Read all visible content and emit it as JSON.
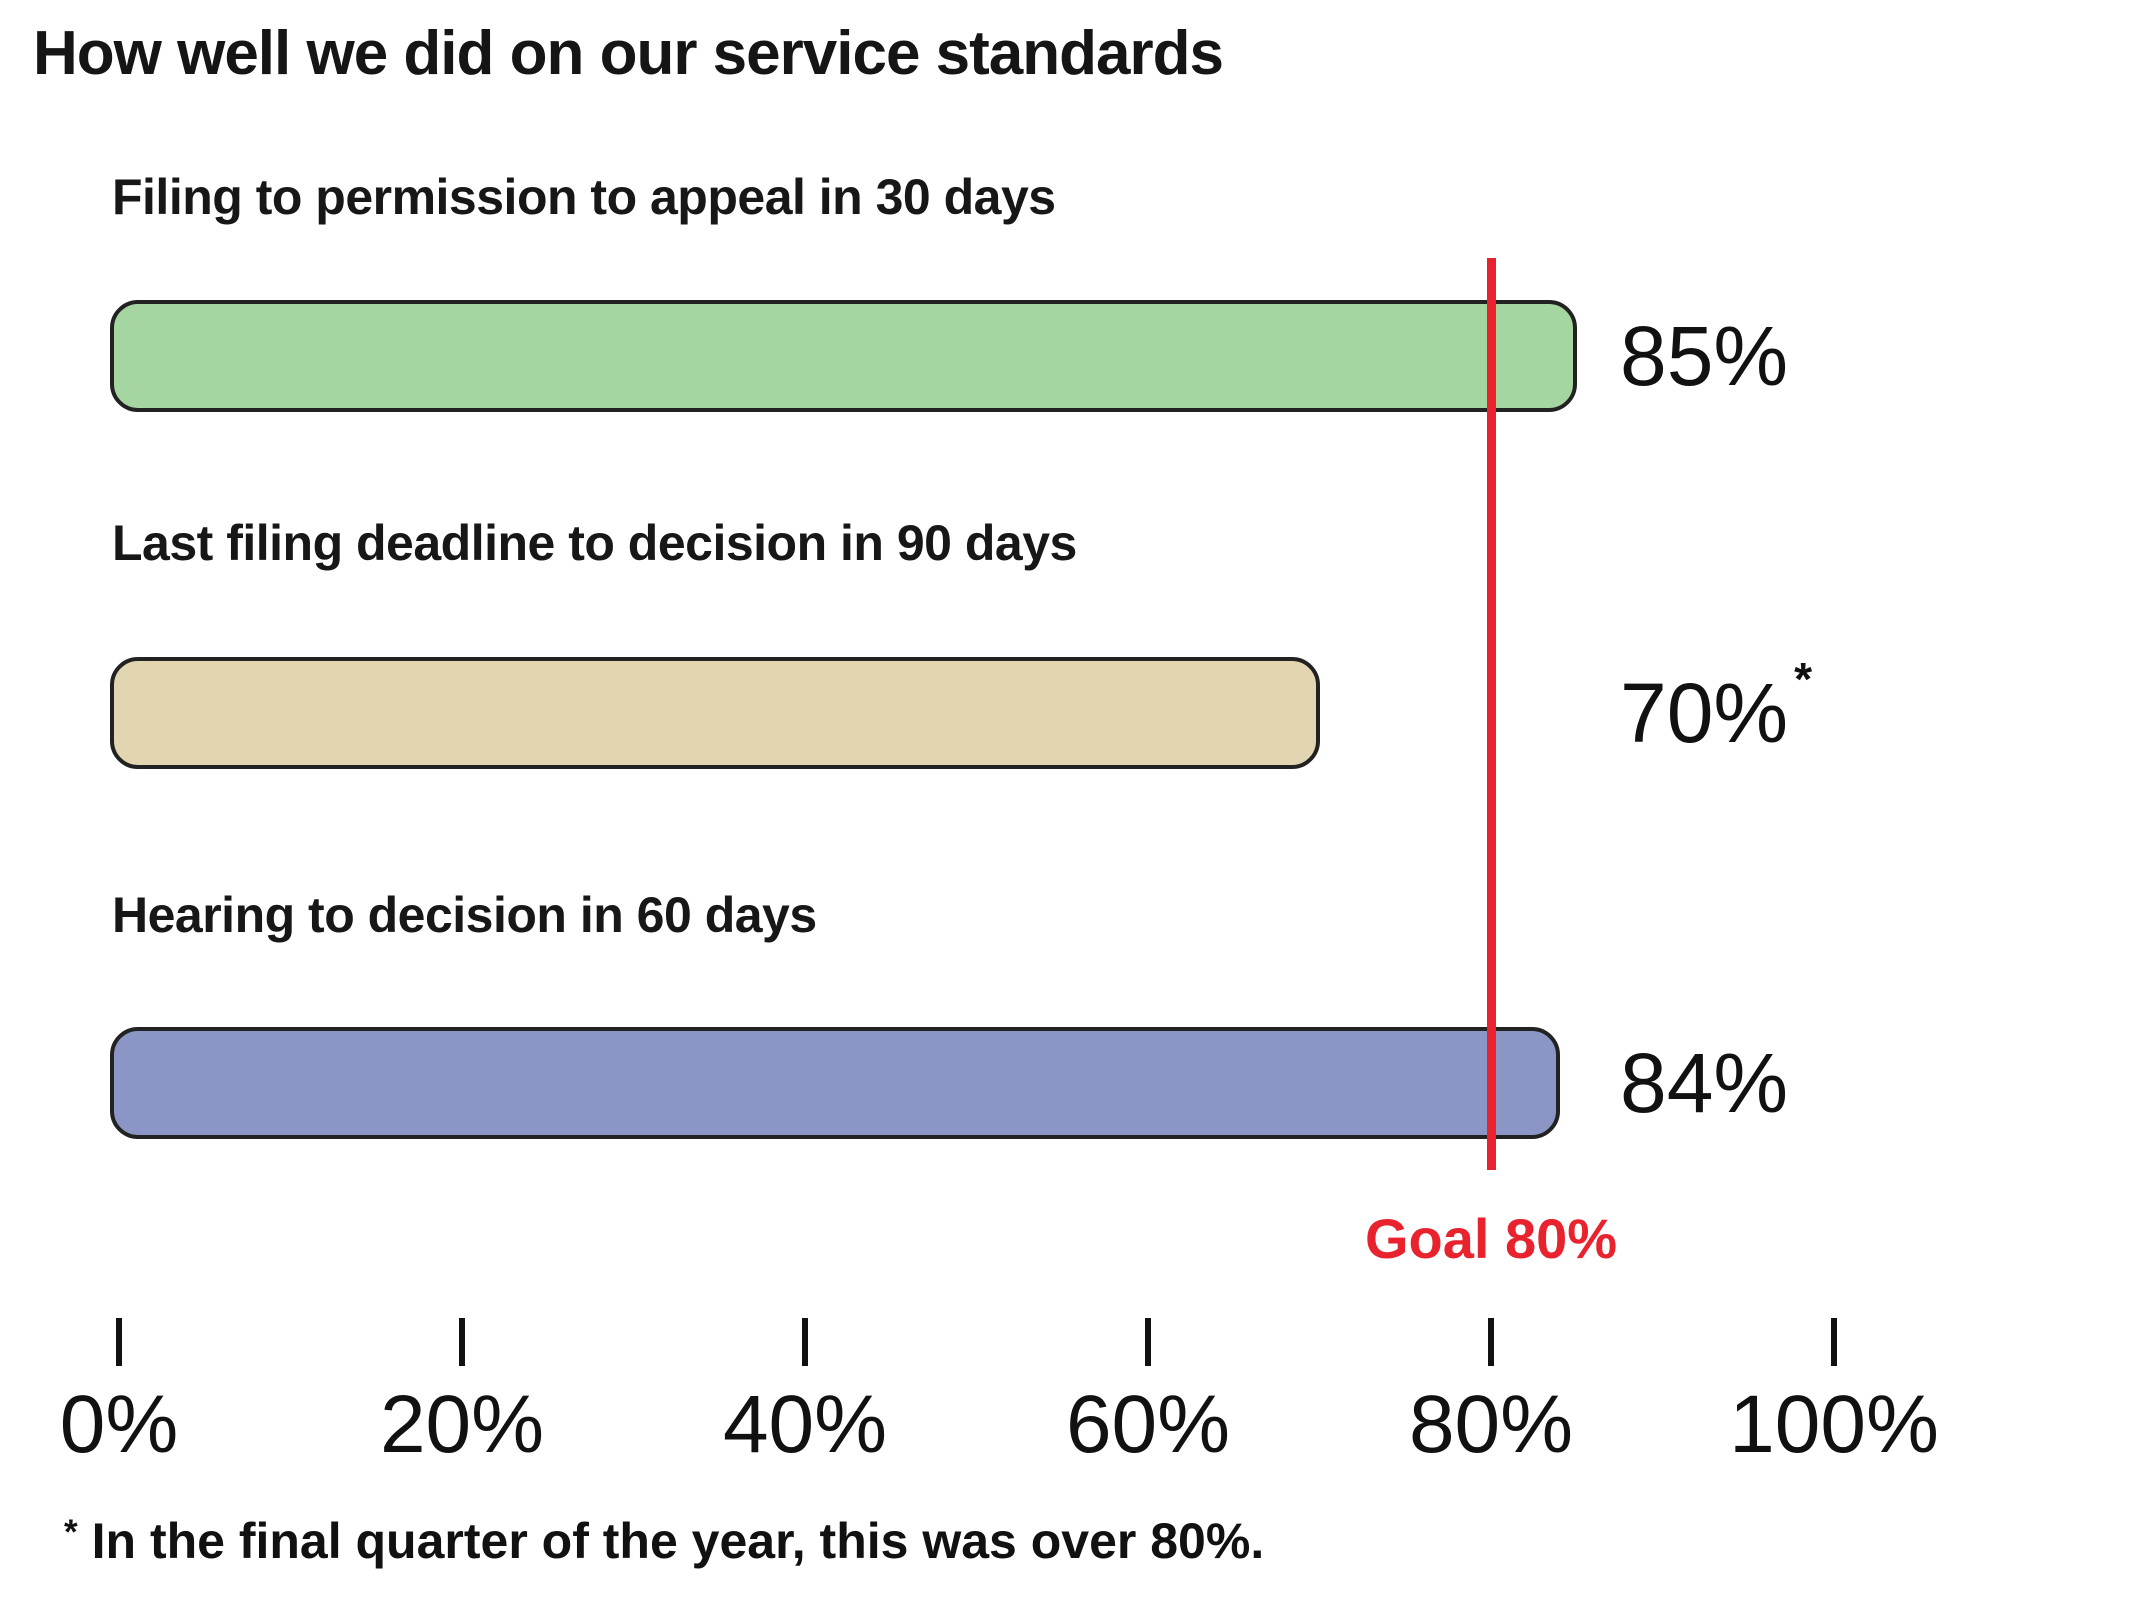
{
  "title": "How well we did on our service standards",
  "rows": [
    {
      "label": "Filing to permission to appeal in 30 days",
      "value": 85,
      "value_label": "85%",
      "asterisk": "",
      "color": "#a5d6a1"
    },
    {
      "label": "Last filing deadline to decision in 90 days",
      "value": 70,
      "value_label": "70%",
      "asterisk": "*",
      "color": "#e2d5b1"
    },
    {
      "label": "Hearing to decision in 60 days",
      "value": 84,
      "value_label": "84%",
      "asterisk": "",
      "color": "#8c96c6"
    }
  ],
  "goal": {
    "label": "Goal 80%",
    "value": 80,
    "color": "#e8232e"
  },
  "axis": {
    "tick_labels": [
      "0%",
      "20%",
      "40%",
      "60%",
      "80%",
      "100%"
    ],
    "tick_values": [
      0,
      20,
      40,
      60,
      80,
      100
    ]
  },
  "footnote": {
    "marker": "*",
    "text": "In the final quarter of the year, this was over 80%."
  },
  "colors": {
    "bar_border": "#222222",
    "goal_red": "#e8232e",
    "text": "#151515"
  },
  "chart_data": {
    "type": "bar",
    "orientation": "horizontal",
    "title": "How well we did on our service standards",
    "categories": [
      "Filing to permission to appeal in 30 days",
      "Last filing deadline to decision in 90 days",
      "Hearing to decision in 60 days"
    ],
    "values": [
      85,
      70,
      84
    ],
    "value_labels": [
      "85%",
      "70%*",
      "84%"
    ],
    "bar_colors": [
      "#a5d6a1",
      "#e2d5b1",
      "#8c96c6"
    ],
    "xlabel": "",
    "ylabel": "",
    "xlim": [
      0,
      100
    ],
    "x_tick_labels": [
      "0%",
      "20%",
      "40%",
      "60%",
      "80%",
      "100%"
    ],
    "grid": false,
    "legend": false,
    "goal_line": {
      "value": 80,
      "label": "Goal 80%",
      "color": "#e8232e"
    },
    "annotations": [
      "* In the final quarter of the year, this was over 80%."
    ]
  }
}
